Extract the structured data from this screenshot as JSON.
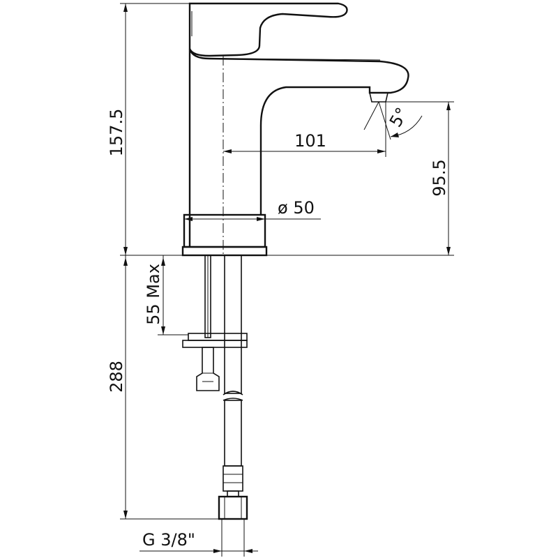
{
  "dimensions": {
    "total_height": "157.5",
    "spout_reach": "101",
    "spout_height": "95.5",
    "base_diameter": "ø 50",
    "spout_angle": "5°",
    "max_deck_thickness": "55 Max",
    "hose_length": "288",
    "connection_thread": "G  3/8\""
  }
}
